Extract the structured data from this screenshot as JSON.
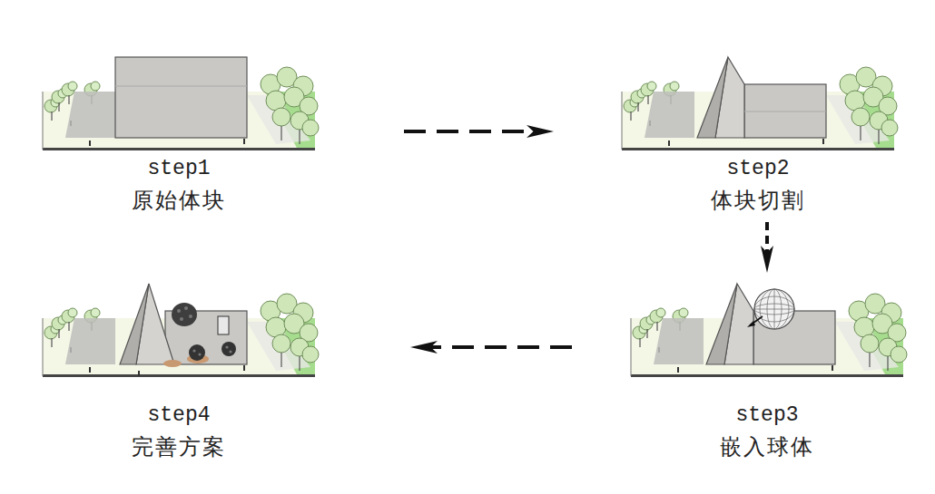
{
  "diagram": {
    "nodes": [
      {
        "text": [
          "step1",
          "原始体块"
        ]
      },
      {
        "text": [
          "step2",
          "体块切割"
        ]
      },
      {
        "text": [
          "step3",
          "嵌入球体"
        ]
      },
      {
        "text": [
          "step4",
          "完善方案"
        ]
      }
    ],
    "edges": [
      {
        "from": 0,
        "to": 1,
        "arrow": "to"
      },
      {
        "from": 1,
        "to": 2,
        "arrow": "to"
      },
      {
        "from": 2,
        "to": 3,
        "arrow": "to"
      }
    ]
  }
}
